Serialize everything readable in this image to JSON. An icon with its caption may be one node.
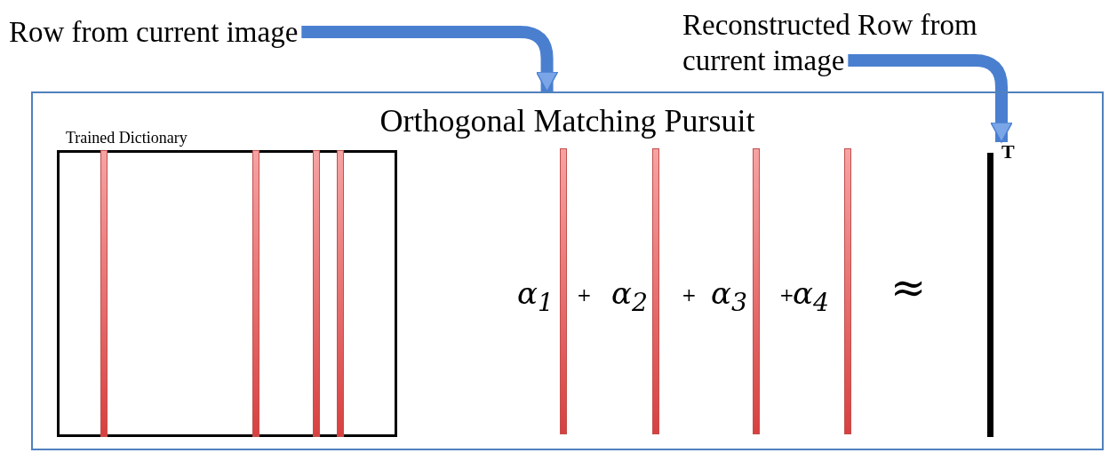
{
  "diagram": {
    "nodes": [
      {
        "text": [
          "Row from current image"
        ]
      },
      {
        "text": [
          "Orthogonal Matching Pursuit"
        ]
      },
      {
        "text": [
          "Reconstructed Row from current image"
        ]
      },
      {
        "text": [],
        "shape": "bar",
        "in": 1,
        "beside": [
          "T"
        ]
      },
      {
        "text": [
          "Trained Dictionary"
        ],
        "in": 1
      }
    ],
    "edges": [
      {
        "from": 0,
        "to": 1,
        "arrow": "to"
      },
      {
        "from": 2,
        "to": 3,
        "arrow": "to"
      }
    ],
    "labels": [
      "α$_{1}$",
      "+",
      "α$_{2}$",
      "+",
      "α$_{3}$",
      "+",
      "α$_{4}$",
      "≈"
    ]
  }
}
